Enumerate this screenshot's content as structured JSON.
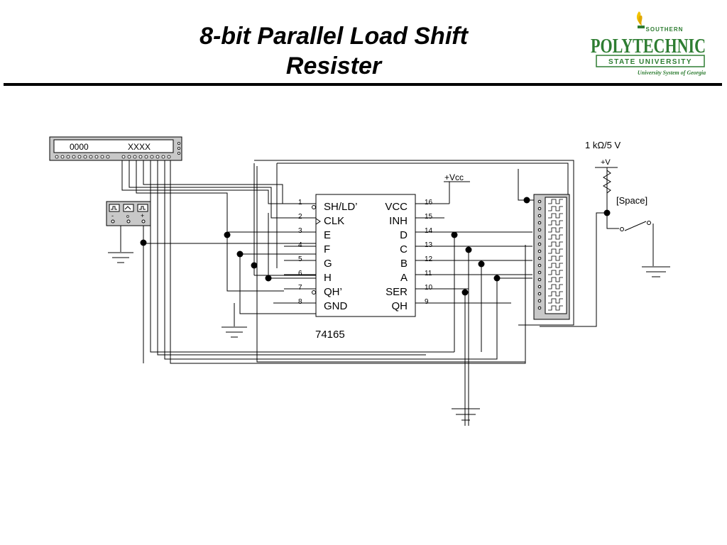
{
  "slide": {
    "title_line1": "8-bit Parallel Load Shift",
    "title_line2": "Resister"
  },
  "logo": {
    "top_text": "SOUTHERN",
    "main_text": "POLYTECHNIC",
    "sub_text": "STATE UNIVERSITY",
    "tagline": "University System of Georgia",
    "colors": {
      "green": "#2e7d32",
      "gold": "#f2c300"
    }
  },
  "circuit": {
    "logic_display": {
      "left_value": "0000",
      "right_value": "XXXX"
    },
    "chip": {
      "part_number": "74165",
      "left_pins": [
        {
          "num": "1",
          "name": "SH/LD’"
        },
        {
          "num": "2",
          "name": "CLK"
        },
        {
          "num": "3",
          "name": "E"
        },
        {
          "num": "4",
          "name": "F"
        },
        {
          "num": "5",
          "name": "G"
        },
        {
          "num": "6",
          "name": "H"
        },
        {
          "num": "7",
          "name": "QH’"
        },
        {
          "num": "8",
          "name": "GND"
        }
      ],
      "right_pins": [
        {
          "num": "16",
          "name": "VCC"
        },
        {
          "num": "15",
          "name": "INH"
        },
        {
          "num": "14",
          "name": "D"
        },
        {
          "num": "13",
          "name": "C"
        },
        {
          "num": "12",
          "name": "B"
        },
        {
          "num": "11",
          "name": "A"
        },
        {
          "num": "10",
          "name": "SER"
        },
        {
          "num": "9",
          "name": "QH"
        }
      ]
    },
    "vcc_label": "+Vcc",
    "v_label": "+V",
    "resistor_label": "1 kΩ/5 V",
    "switch_key_label": "[Space]",
    "function_generator": {
      "minus": "-",
      "center": "o",
      "plus": "+"
    }
  }
}
